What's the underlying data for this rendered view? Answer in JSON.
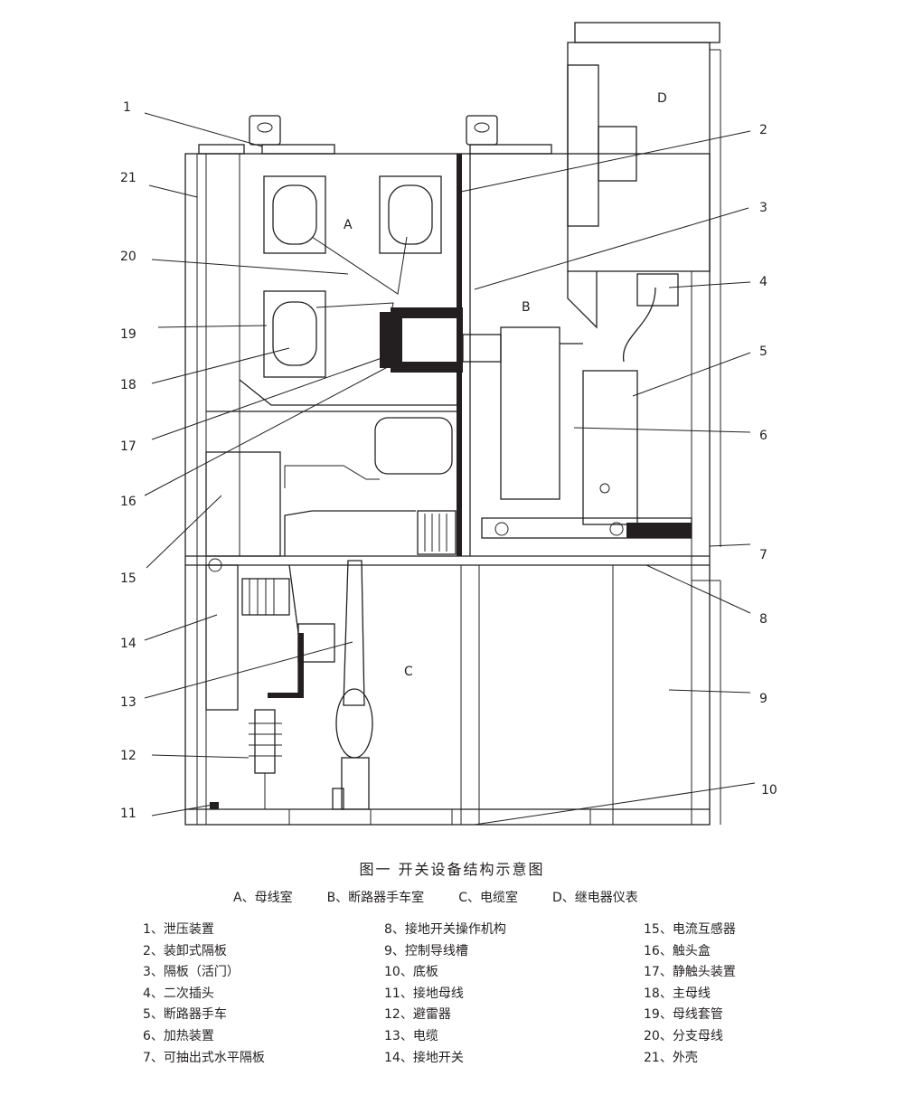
{
  "diagram": {
    "zones": {
      "A": "A",
      "B": "B",
      "C": "C",
      "D": "D"
    },
    "callouts": [
      "1",
      "2",
      "3",
      "4",
      "5",
      "6",
      "7",
      "8",
      "9",
      "10",
      "11",
      "12",
      "13",
      "14",
      "15",
      "16",
      "17",
      "18",
      "19",
      "20",
      "21"
    ]
  },
  "caption": "图一 开关设备结构示意图",
  "zone_legend": [
    "A、母线室",
    "B、断路器手车室",
    "C、电缆室",
    "D、继电器仪表"
  ],
  "legend": [
    [
      "1、泄压装置",
      "2、装卸式隔板",
      "3、隔板（活门）",
      "4、二次插头",
      "5、断路器手车",
      "6、加热装置",
      "7、可抽出式水平隔板"
    ],
    [
      "8、接地开关操作机构",
      "9、控制导线槽",
      "10、底板",
      "11、接地母线",
      "12、避雷器",
      "13、电缆",
      "14、接地开关"
    ],
    [
      "15、电流互感器",
      "16、触头盒",
      "17、静触头装置",
      "18、主母线",
      "19、母线套管",
      "20、分支母线",
      "21、外壳"
    ]
  ]
}
